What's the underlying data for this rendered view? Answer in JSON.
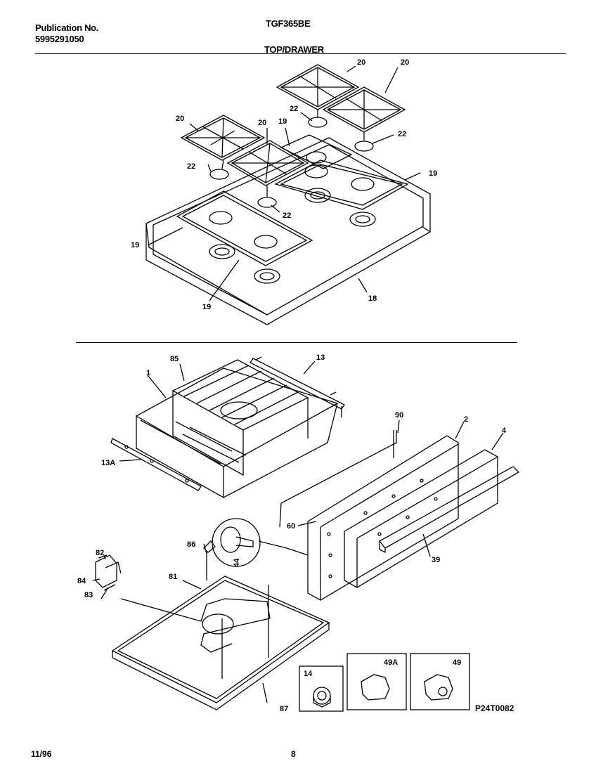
{
  "header": {
    "publication_label": "Publication No.",
    "publication_number": "5995291050",
    "model": "TGF365BE",
    "section": "TOP/DRAWER"
  },
  "footer": {
    "date": "11/96",
    "page": "8"
  },
  "diagram_code": "P24T0082",
  "callouts": {
    "c20a": "20",
    "c20b": "20",
    "c20c": "20",
    "c20d": "20",
    "c22a": "22",
    "c22b": "22",
    "c22c": "22",
    "c22d": "22",
    "c19a": "19",
    "c19b": "19",
    "c19c": "19",
    "c19d": "19",
    "c18": "18",
    "c85": "85",
    "c1": "1",
    "c13": "13",
    "c13a": "13A",
    "c90": "90",
    "c2": "2",
    "c4": "4",
    "c60": "60",
    "c39": "39",
    "c44": "44",
    "c82": "82",
    "c84": "84",
    "c83": "83",
    "c86": "86",
    "c81": "81",
    "c87": "87",
    "c14": "14",
    "c49a": "49A",
    "c49": "49"
  }
}
